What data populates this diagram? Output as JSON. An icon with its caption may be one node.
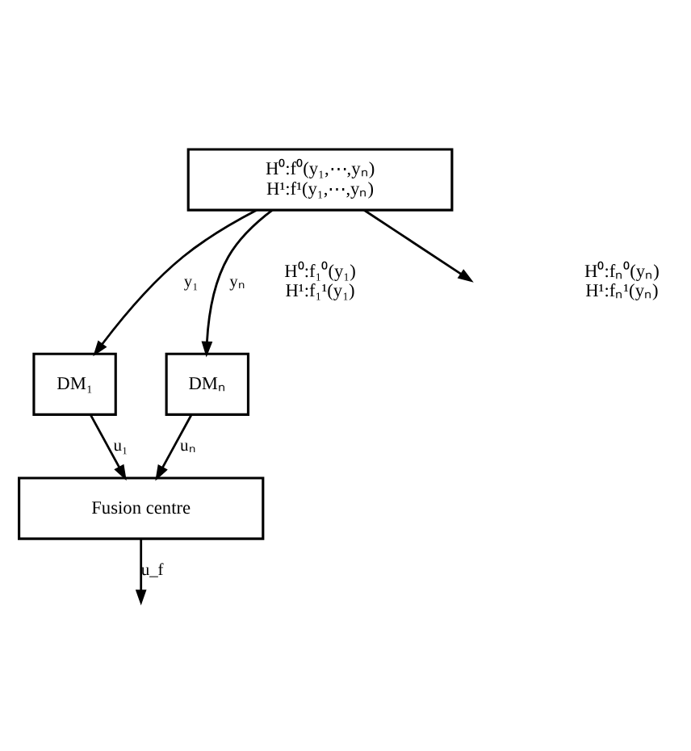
{
  "diagram": {
    "nodes": [
      {
        "text": [
          "H⁰:f⁰(y₁,⋯,yₙ)",
          "H¹:f¹(y₁,⋯,yₙ)"
        ]
      },
      {
        "text": [
          "DM₁"
        ]
      },
      {
        "text": [
          "DMₙ"
        ]
      },
      {
        "text": [
          "Fusion centre"
        ]
      }
    ],
    "edges": [
      {
        "from": 0,
        "to": 1,
        "arrow": "to",
        "label": "y₁"
      },
      {
        "from": 0,
        "to": null,
        "arrow": "to"
      },
      {
        "from": 0,
        "to": 2,
        "arrow": "to",
        "label": "yₙ"
      },
      {
        "from": 1,
        "to": 3,
        "arrow": "to",
        "label": "u₁"
      },
      {
        "from": 2,
        "to": 3,
        "arrow": "to",
        "label": "uₙ"
      },
      {
        "from": 3,
        "to": null,
        "arrow": "to",
        "label": "u_f"
      }
    ],
    "labels": [
      "H⁰:f₁⁰(y₁)",
      "H¹:f₁¹(y₁)",
      "H⁰:fₙ⁰(yₙ)",
      "H¹:fₙ¹(yₙ)"
    ]
  }
}
